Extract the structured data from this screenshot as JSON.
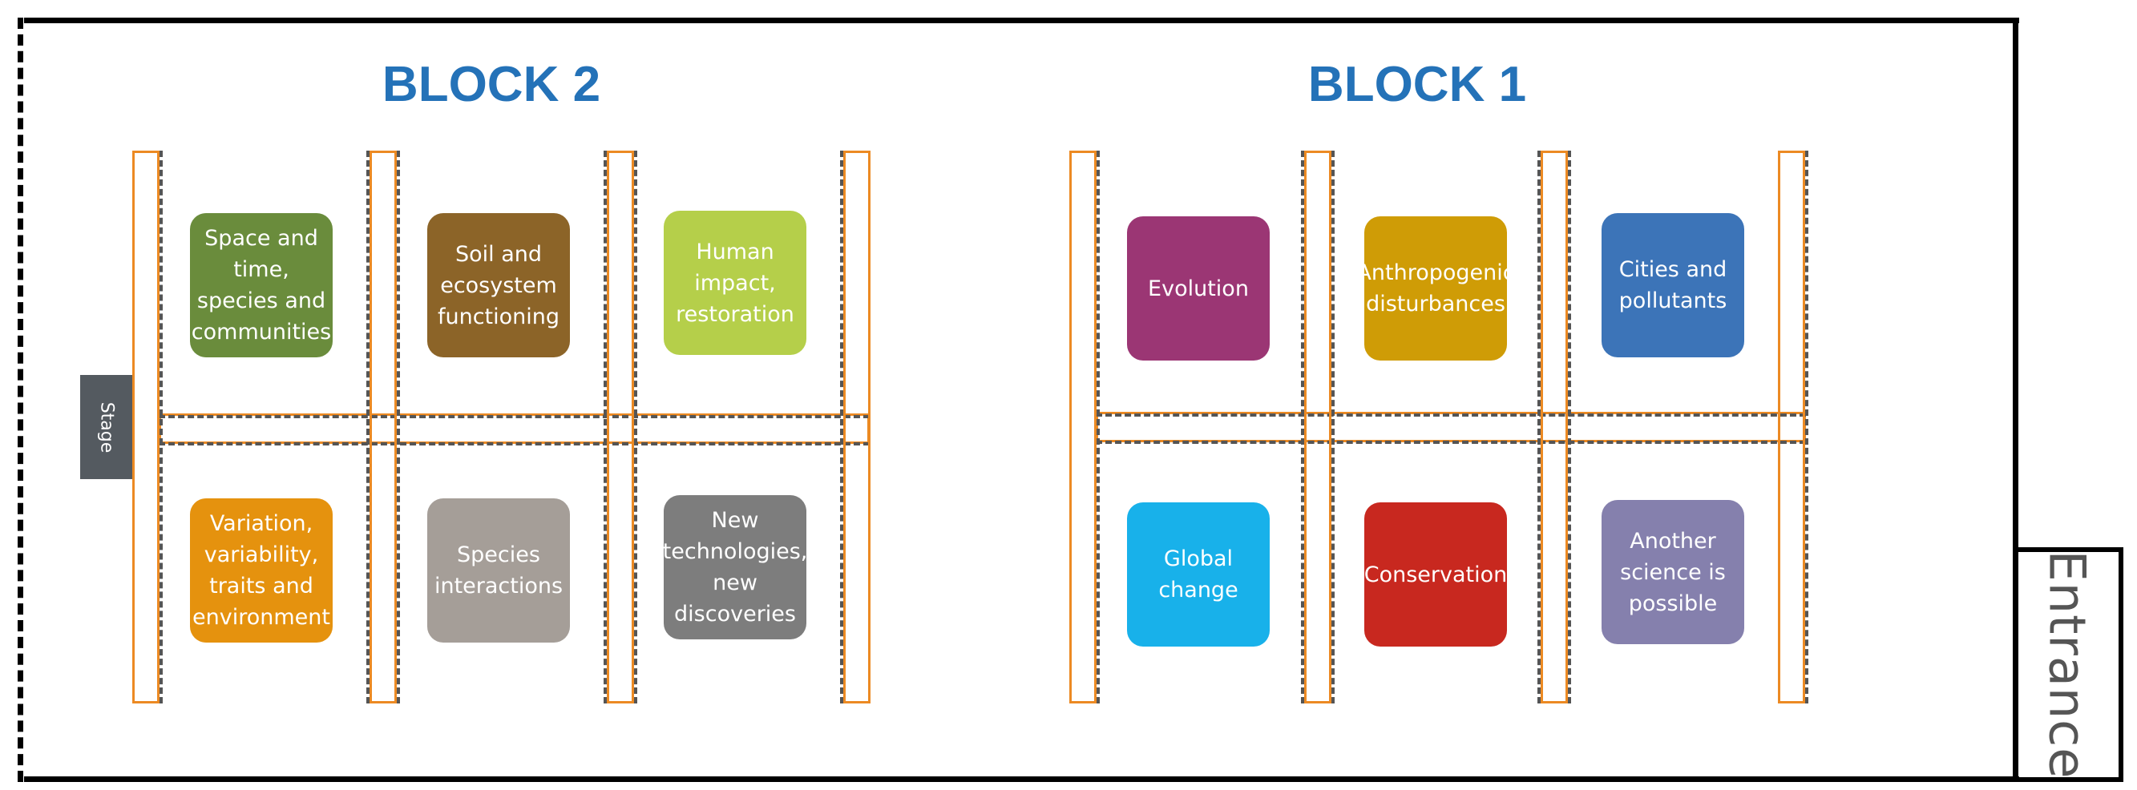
{
  "hall": {
    "entrance_label": "Entrance",
    "stage_label": "Stage"
  },
  "blocks": [
    {
      "title": "BLOCK 2",
      "topics": [
        {
          "label": "Space and time, species and communities",
          "color": "#6a8c3c"
        },
        {
          "label": "Soil and ecosystem functioning",
          "color": "#8c6428"
        },
        {
          "label": "Human impact, restoration",
          "color": "#b5cf4a"
        },
        {
          "label": "Variation, variability, traits and environment",
          "color": "#e5920e"
        },
        {
          "label": "Species interactions",
          "color": "#a59e98"
        },
        {
          "label": "New technologies, new discoveries",
          "color": "#7d7d7d"
        }
      ]
    },
    {
      "title": "BLOCK 1",
      "topics": [
        {
          "label": "Evolution",
          "color": "#9b3674"
        },
        {
          "label": "Anthropogenic disturbances",
          "color": "#cf9c06"
        },
        {
          "label": "Cities and pollutants",
          "color": "#3c74b8"
        },
        {
          "label": "Global change",
          "color": "#18b1ea"
        },
        {
          "label": "Conservation",
          "color": "#c8281f"
        },
        {
          "label": "Another science is possible",
          "color": "#8580ad"
        }
      ]
    }
  ],
  "colors": {
    "title": "#2472b8",
    "panel_frame": "#ec8a23",
    "stage": "#545a60"
  }
}
